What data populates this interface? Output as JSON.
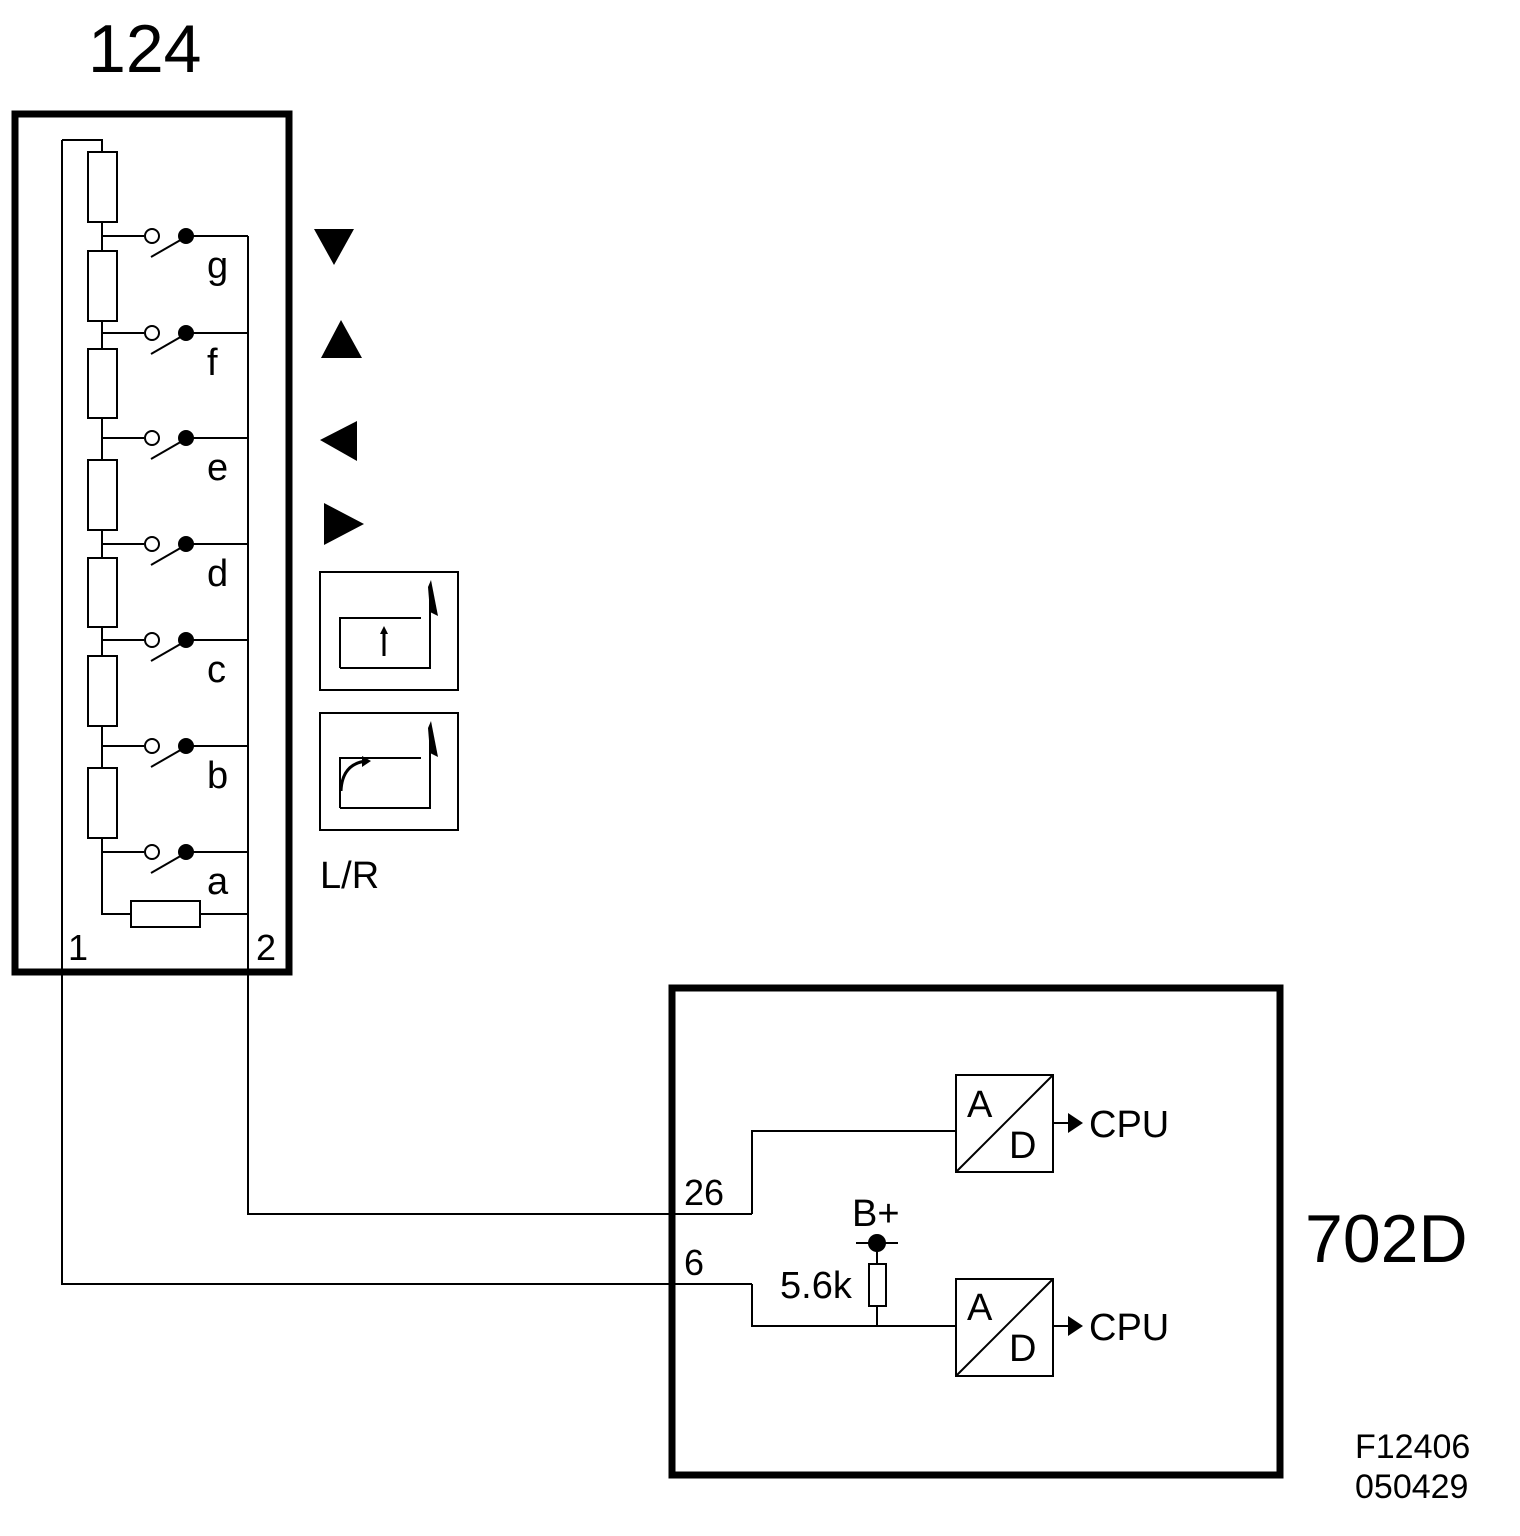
{
  "module_124": {
    "id": "124",
    "pin_left": "1",
    "pin_right": "2",
    "switches": [
      "g",
      "f",
      "e",
      "d",
      "c",
      "b",
      "a"
    ],
    "button_icons": [
      "triangle-down-icon",
      "triangle-up-icon",
      "triangle-left-icon",
      "triangle-right-icon",
      "window-up-icon",
      "window-rotate-icon"
    ],
    "lr_label": "L/R"
  },
  "module_702d": {
    "id": "702D",
    "pin_26": "26",
    "pin_6": "6",
    "supply": "B+",
    "resistor": "5.6k",
    "ad_top": {
      "a": "A",
      "d": "D",
      "out": "CPU"
    },
    "ad_bottom": {
      "a": "A",
      "d": "D",
      "out": "CPU"
    }
  },
  "figure_code": "F12406",
  "figure_date": "050429"
}
